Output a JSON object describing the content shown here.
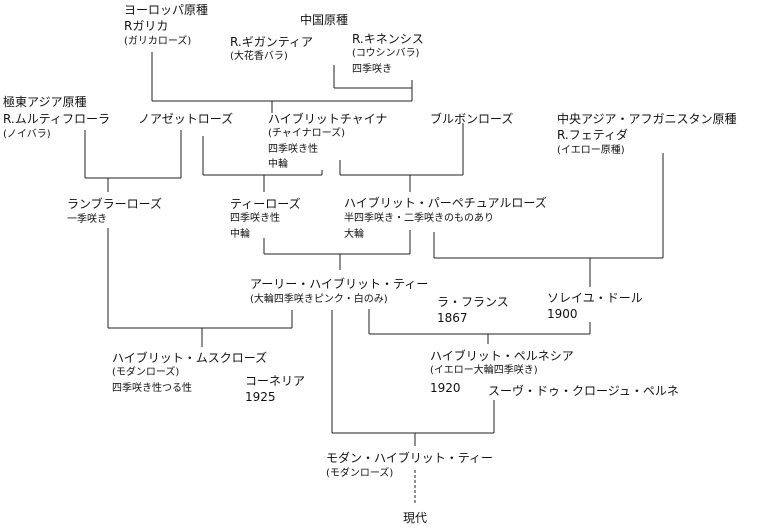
{
  "nodes": {
    "europe": {
      "title": "ヨーロッパ原種",
      "name": "Rガリカ",
      "sub": "(ガリカローズ)"
    },
    "china": {
      "title": "中国原種"
    },
    "gigantea": {
      "name": "R.ギガンティア",
      "sub": "(大花香バラ)"
    },
    "chinensis": {
      "name": "R.キネンシス",
      "sub": "(コウシンバラ)",
      "note": "四季咲き"
    },
    "fareast": {
      "title": "極東アジア原種",
      "name": "R.ムルティフローラ",
      "sub": "(ノイバラ)"
    },
    "noisette": {
      "name": "ノアゼットローズ"
    },
    "hybrid_china": {
      "name": "ハイブリットチャイナ",
      "sub": "(チャイナローズ)",
      "note1": "四季咲き性",
      "note2": "中輪"
    },
    "bourbon": {
      "name": "ブルボンローズ"
    },
    "central_asia": {
      "title": "中央アジア・アフガニスタン原種",
      "name": "R.フェティダ",
      "sub": "(イエロー原種)"
    },
    "rambler": {
      "name": "ランブラーローズ",
      "sub": "一季咲き"
    },
    "tea": {
      "name": "ティーローズ",
      "note1": "四季咲き性",
      "note2": "中輪"
    },
    "perpetual": {
      "name": "ハイブリット・パーペチュアルローズ",
      "note1": "半四季咲き・二季咲きのものあり",
      "note2": "大輪"
    },
    "early_ht": {
      "name": "アーリー・ハイブリット・ティー",
      "sub": "(大輪四季咲きピンク・白のみ)"
    },
    "la_france": {
      "name": "ラ・フランス",
      "year": "1867"
    },
    "soleil": {
      "name": "ソレイユ・ドール",
      "year": "1900"
    },
    "musk": {
      "name": "ハイブリット・ムスクローズ",
      "sub": "(モダンローズ)",
      "note": "四季咲き性つる性"
    },
    "cornelia": {
      "name": "コーネリア",
      "year": "1925"
    },
    "pernetiana": {
      "name": "ハイブリット・ペルネシア",
      "sub": "(イエロー大輪四季咲き)",
      "year": "1920"
    },
    "souvenir": {
      "name": "スーヴ・ドゥ・クロージュ・ペルネ"
    },
    "modern_ht": {
      "name": "モダン・ハイブリット・ティー",
      "sub": "(モダンローズ)"
    },
    "present": {
      "name": "現代"
    }
  }
}
